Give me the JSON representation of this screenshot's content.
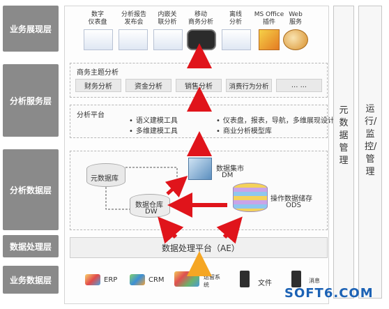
{
  "layers": {
    "presentation": "业务展现层",
    "analysis_service": "分析服务层",
    "analysis_data": "分析数据层",
    "data_processing": "数据处理层",
    "business_data": "业务数据层"
  },
  "apps": [
    {
      "line1": "数字",
      "line2": "仪表盘"
    },
    {
      "line1": "分析报告",
      "line2": "发布会"
    },
    {
      "line1": "内嵌关",
      "line2": "联分析"
    },
    {
      "line1": "移动",
      "line2": "商务分析"
    },
    {
      "line1": "离线",
      "line2": "分析"
    },
    {
      "line1": "MS Office",
      "line2": "插件"
    },
    {
      "line1": "Web",
      "line2": "服务"
    }
  ],
  "business_topics": {
    "title": "商务主题分析",
    "tabs": [
      "财务分析",
      "资金分析",
      "销售分析",
      "消费行为分析",
      "... ..."
    ]
  },
  "analysis_platform": {
    "title": "分析平台",
    "items_left": [
      "语义建模工具",
      "多维建模工具"
    ],
    "items_right": [
      "仪表盘，报表，导航，多维展现设计",
      "商业分析模型库"
    ]
  },
  "data_layer": {
    "metadata_store": "元数据库",
    "data_mart": {
      "line1": "数据集市",
      "line2": "DM"
    },
    "warehouse": {
      "line1": "数据仓库",
      "line2": "DW"
    },
    "ods": {
      "line1": "操作数据储存",
      "line2": "ODS"
    }
  },
  "processing_platform": "数据处理平台（AE）",
  "sources": [
    "ERP",
    "CRM",
    "遗留系统",
    "文件",
    "消息"
  ],
  "side_panels": {
    "metadata_mgmt": "元数据管理",
    "operations_mgmt": "运行/监控/管理"
  },
  "watermark": "SOFT6.COM",
  "colors": {
    "arrow_red": "#e0141b",
    "arrow_orange": "#f5a623",
    "layer_gray": "#8a8a8a"
  }
}
